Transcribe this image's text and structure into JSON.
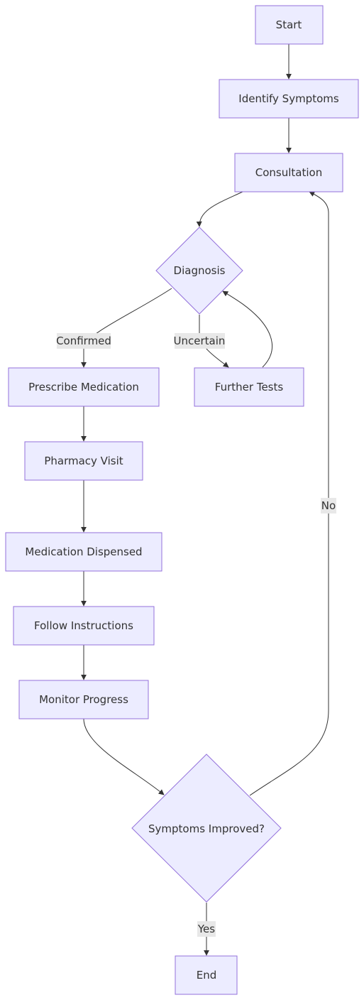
{
  "diagram": {
    "nodes": {
      "start": "Start",
      "identify_symptoms": "Identify Symptoms",
      "consultation": "Consultation",
      "diagnosis": "Diagnosis",
      "prescribe_medication": "Prescribe Medication",
      "further_tests": "Further Tests",
      "pharmacy_visit": "Pharmacy Visit",
      "medication_dispensed": "Medication Dispensed",
      "follow_instructions": "Follow Instructions",
      "monitor_progress": "Monitor Progress",
      "symptoms_improved": "Symptoms Improved?",
      "end": "End"
    },
    "edge_labels": {
      "confirmed": "Confirmed",
      "uncertain": "Uncertain",
      "no": "No",
      "yes": "Yes"
    },
    "colors": {
      "node_fill": "#ECECFF",
      "node_stroke": "#9370DB",
      "edge": "#333333",
      "label_bg": "#E8E8E8",
      "text": "#333333"
    }
  }
}
